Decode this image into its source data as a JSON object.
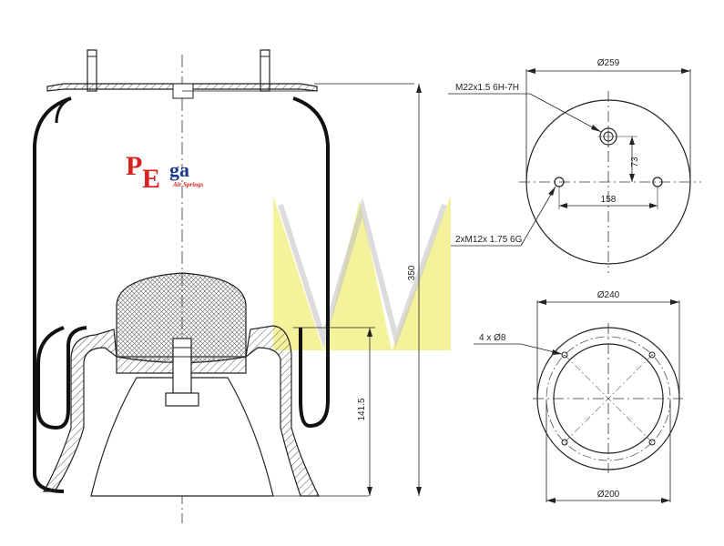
{
  "logo": {
    "letter_p": "P",
    "letter_e": "E",
    "word": "ga",
    "tagline": "Air Springs",
    "colors": {
      "red": "#d7231f",
      "blue": "#1f3b8f"
    }
  },
  "watermark": {
    "color": "#f3f08a"
  },
  "dimensions": {
    "height_total": "350",
    "height_piston": "141.5",
    "top_plate_diameter": "Ø259",
    "top_thread": "M22x1.5 6H-7H",
    "top_offset": "73",
    "stud_spacing": "158",
    "stud_thread": "2xM12x 1.75 6G",
    "bottom_outer_diameter": "Ø240",
    "bottom_holes": "4 x Ø8",
    "bottom_pcd": "Ø200"
  },
  "colors": {
    "line": "#1a1a1a",
    "hatch": "#555555",
    "bellows": "#111111"
  }
}
